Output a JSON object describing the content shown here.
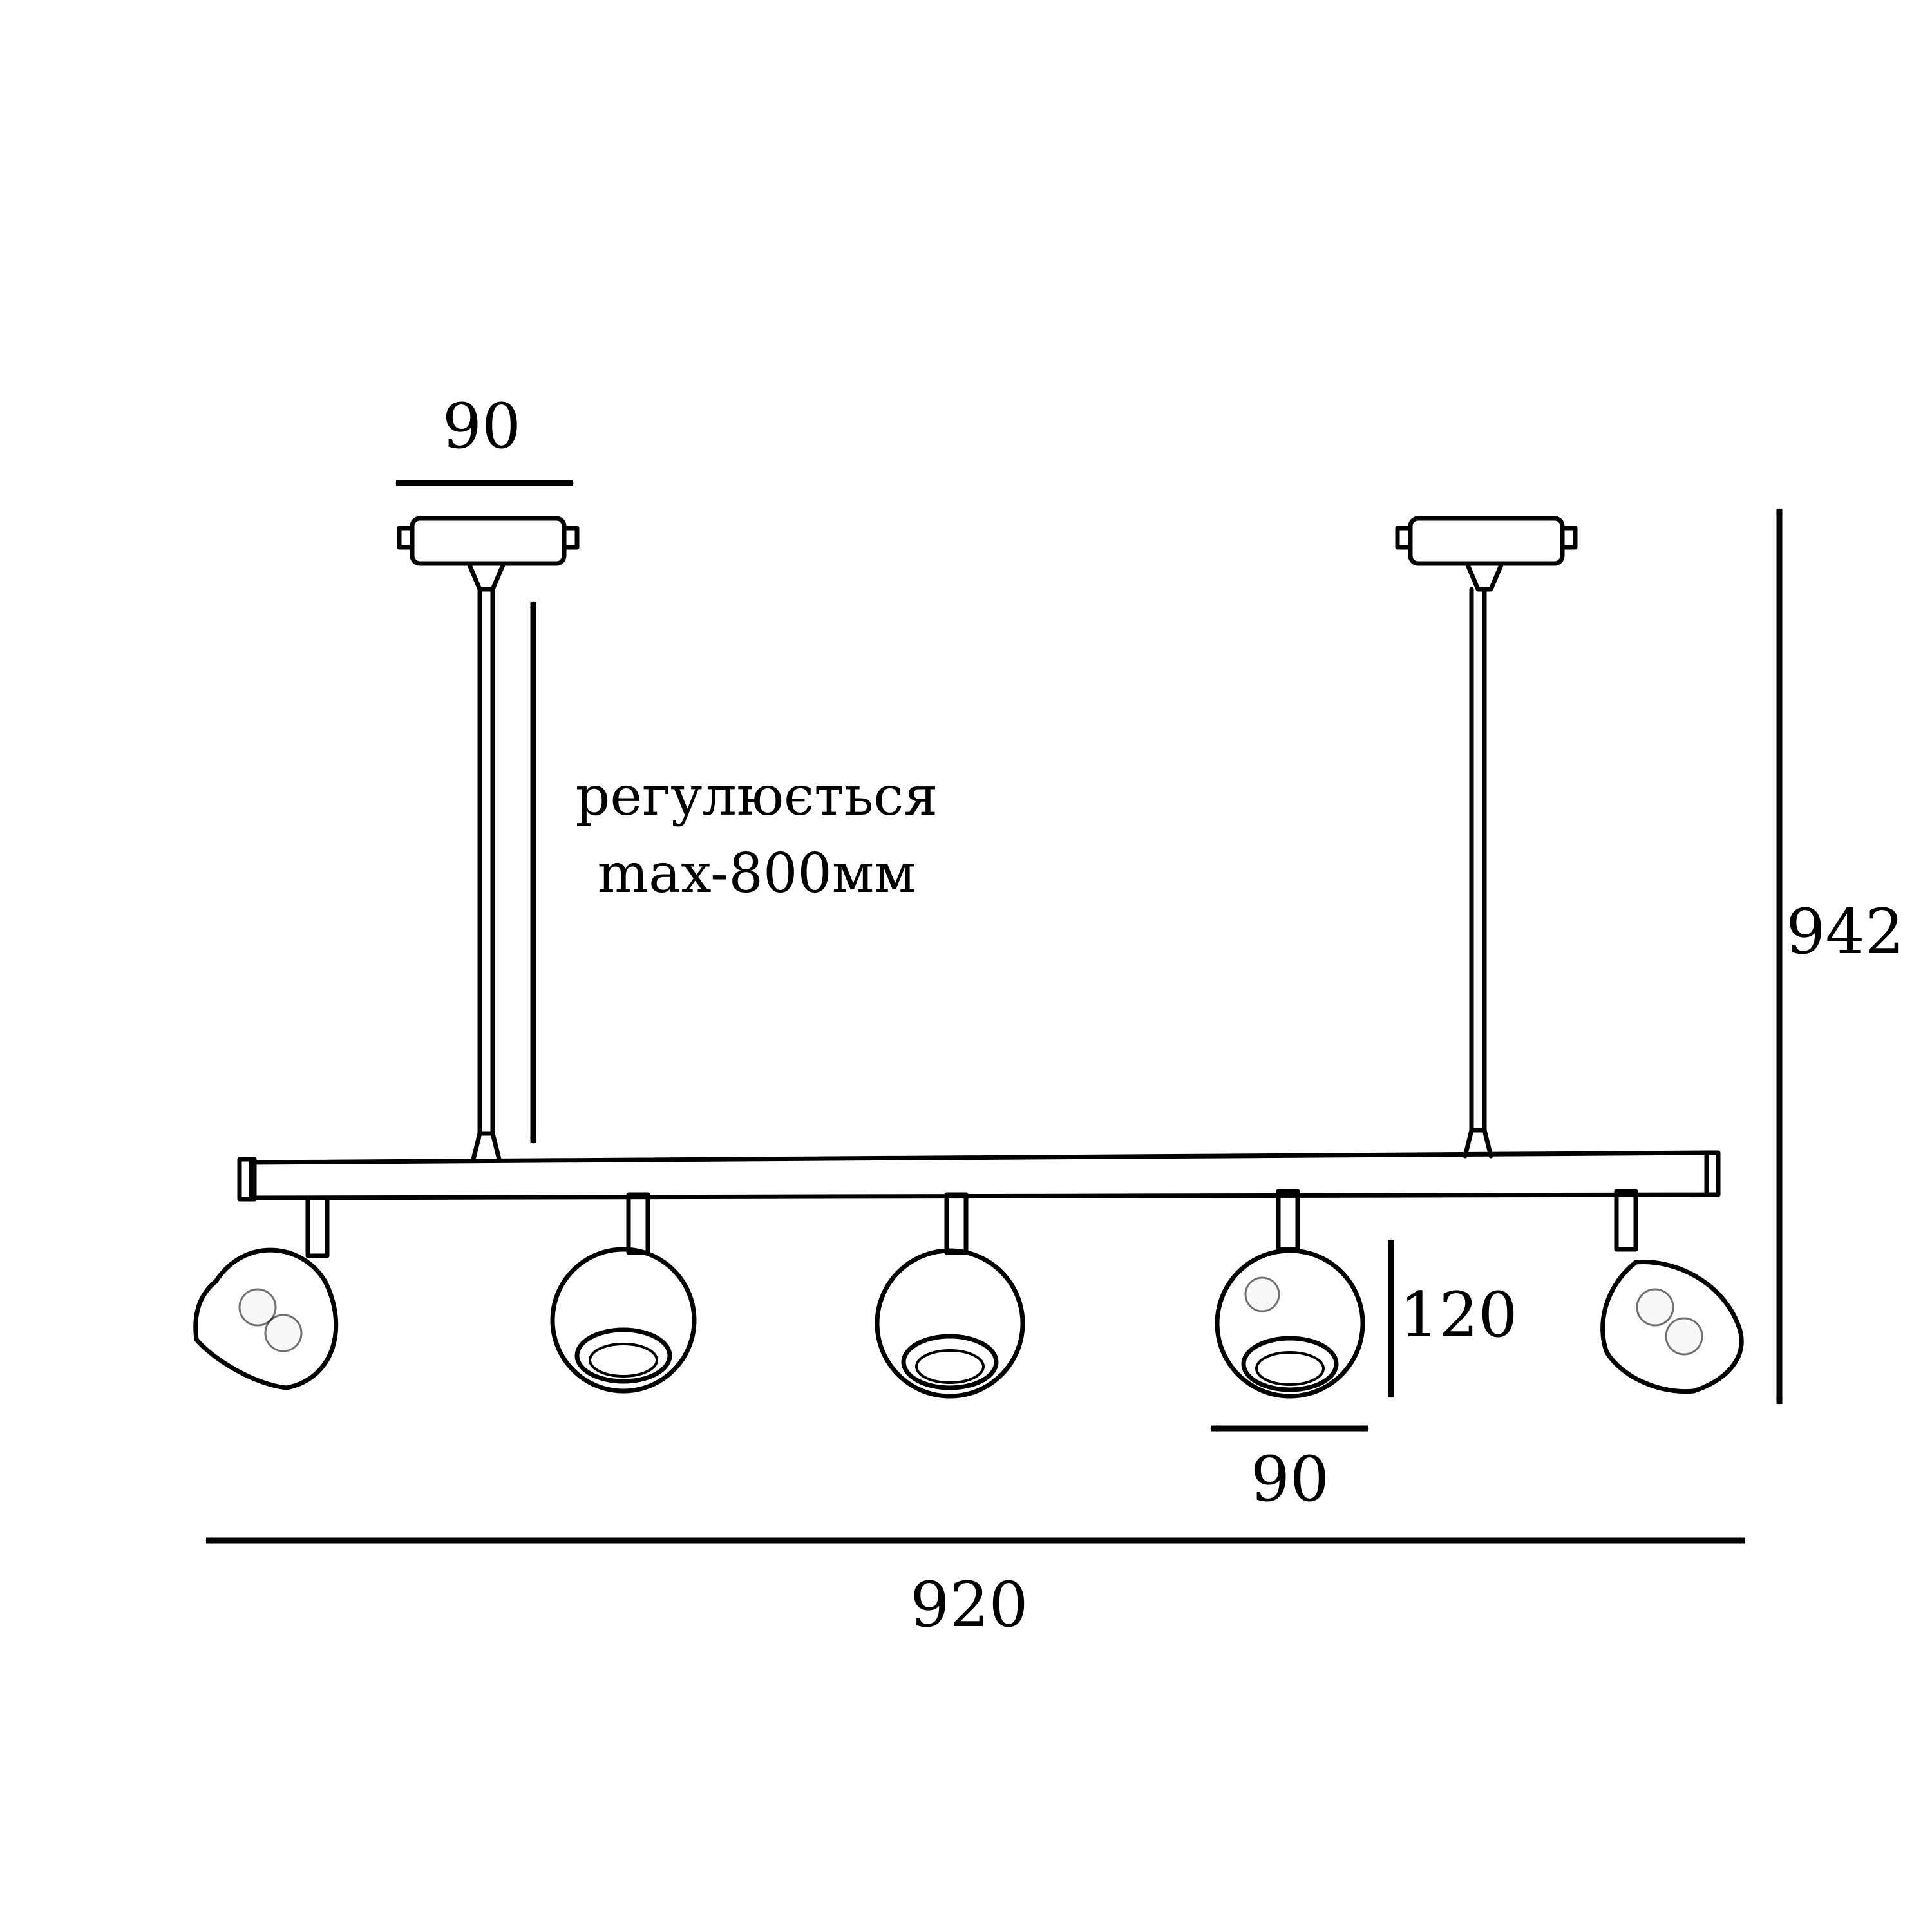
{
  "dimensions": {
    "canopy_width": "90",
    "adjustable_line1": "регулюється",
    "adjustable_line2": "max-800мм",
    "total_height": "942",
    "shade_height": "120",
    "shade_width": "90",
    "total_width": "920"
  },
  "colors": {
    "line": "#000000",
    "background": "#ffffff"
  }
}
